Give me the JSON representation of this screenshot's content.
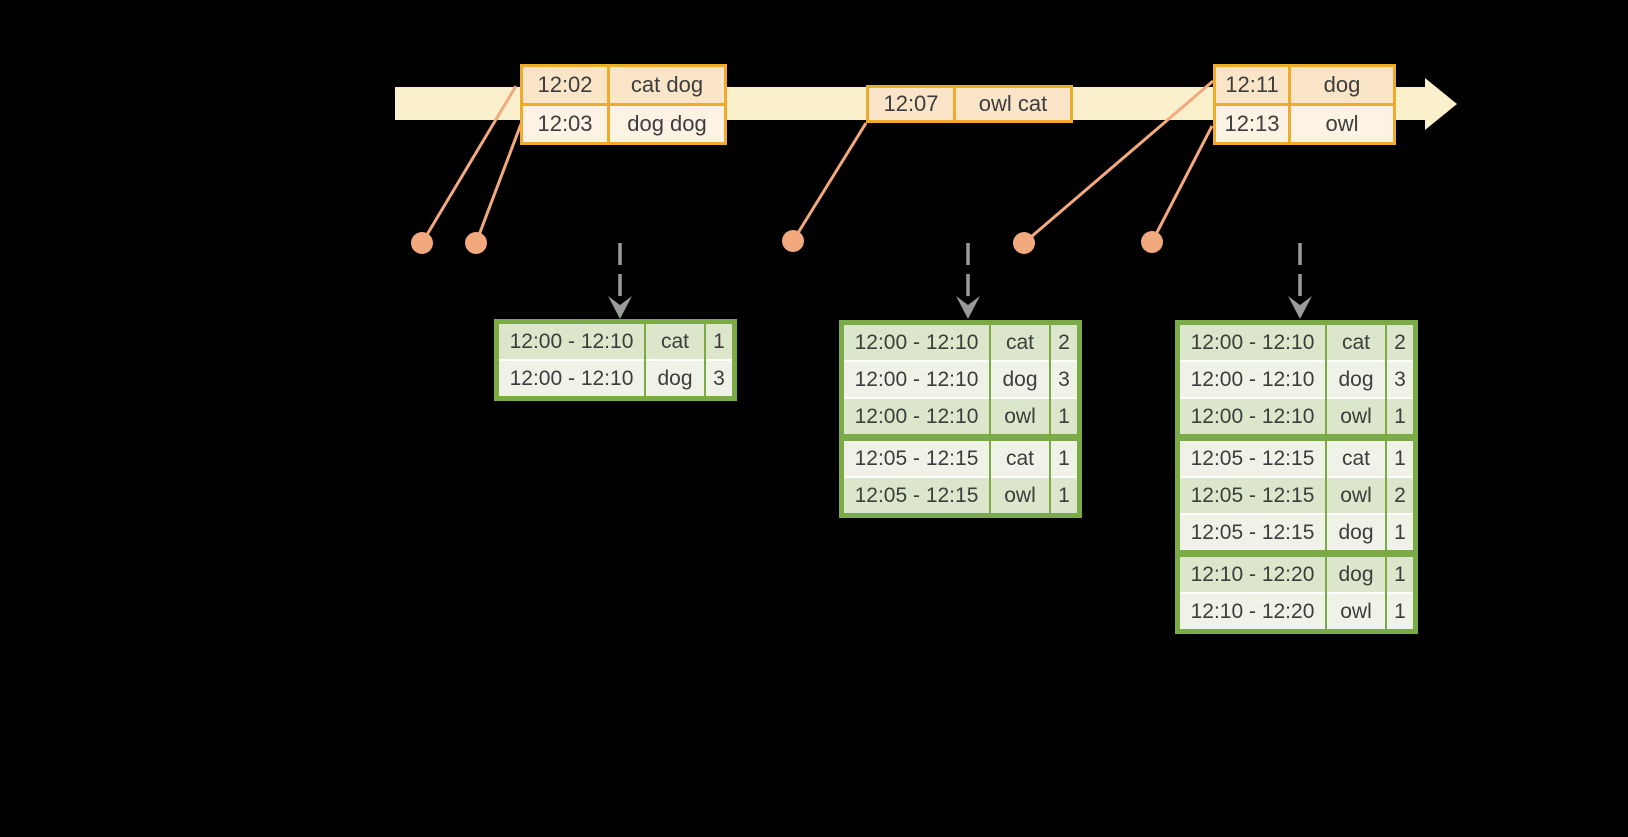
{
  "colors": {
    "background": "#000000",
    "timeline_fill": "#FAF0CB",
    "event_border": "#F0AB2C",
    "event_row_dark": "#FAE5C8",
    "event_row_light": "#FDF3E4",
    "connector": "#F2A97D",
    "trigger_arrow": "#9A9A9A",
    "result_border": "#7AAB47",
    "result_row_dark": "#DBE6CA",
    "result_row_light": "#EFF3E7",
    "text": "#3D3D3D"
  },
  "icons": {
    "timeline": "right-arrow",
    "trigger": "dashed-down-arrow",
    "event_marker": "dot",
    "connector": "slanted-line"
  },
  "event_tables": [
    {
      "id": "batch-1",
      "rows": [
        {
          "time": "12:02",
          "words": "cat dog"
        },
        {
          "time": "12:03",
          "words": "dog dog"
        }
      ]
    },
    {
      "id": "batch-2",
      "rows": [
        {
          "time": "12:07",
          "words": "owl cat"
        }
      ]
    },
    {
      "id": "batch-3",
      "rows": [
        {
          "time": "12:11",
          "words": "dog"
        },
        {
          "time": "12:13",
          "words": "owl"
        }
      ]
    }
  ],
  "result_tables": [
    {
      "id": "result-1",
      "groups": [
        [
          {
            "window": "12:00 - 12:10",
            "word": "cat",
            "count": "1"
          },
          {
            "window": "12:00 - 12:10",
            "word": "dog",
            "count": "3"
          }
        ]
      ]
    },
    {
      "id": "result-2",
      "groups": [
        [
          {
            "window": "12:00 - 12:10",
            "word": "cat",
            "count": "2"
          },
          {
            "window": "12:00 - 12:10",
            "word": "dog",
            "count": "3"
          },
          {
            "window": "12:00 - 12:10",
            "word": "owl",
            "count": "1"
          }
        ],
        [
          {
            "window": "12:05 - 12:15",
            "word": "cat",
            "count": "1"
          },
          {
            "window": "12:05 - 12:15",
            "word": "owl",
            "count": "1"
          }
        ]
      ]
    },
    {
      "id": "result-3",
      "groups": [
        [
          {
            "window": "12:00 - 12:10",
            "word": "cat",
            "count": "2"
          },
          {
            "window": "12:00 - 12:10",
            "word": "dog",
            "count": "3"
          },
          {
            "window": "12:00 - 12:10",
            "word": "owl",
            "count": "1"
          }
        ],
        [
          {
            "window": "12:05 - 12:15",
            "word": "cat",
            "count": "1"
          },
          {
            "window": "12:05 - 12:15",
            "word": "owl",
            "count": "2"
          },
          {
            "window": "12:05 - 12:15",
            "word": "dog",
            "count": "1"
          }
        ],
        [
          {
            "window": "12:10 - 12:20",
            "word": "dog",
            "count": "1"
          },
          {
            "window": "12:10 - 12:20",
            "word": "owl",
            "count": "1"
          }
        ]
      ]
    }
  ]
}
